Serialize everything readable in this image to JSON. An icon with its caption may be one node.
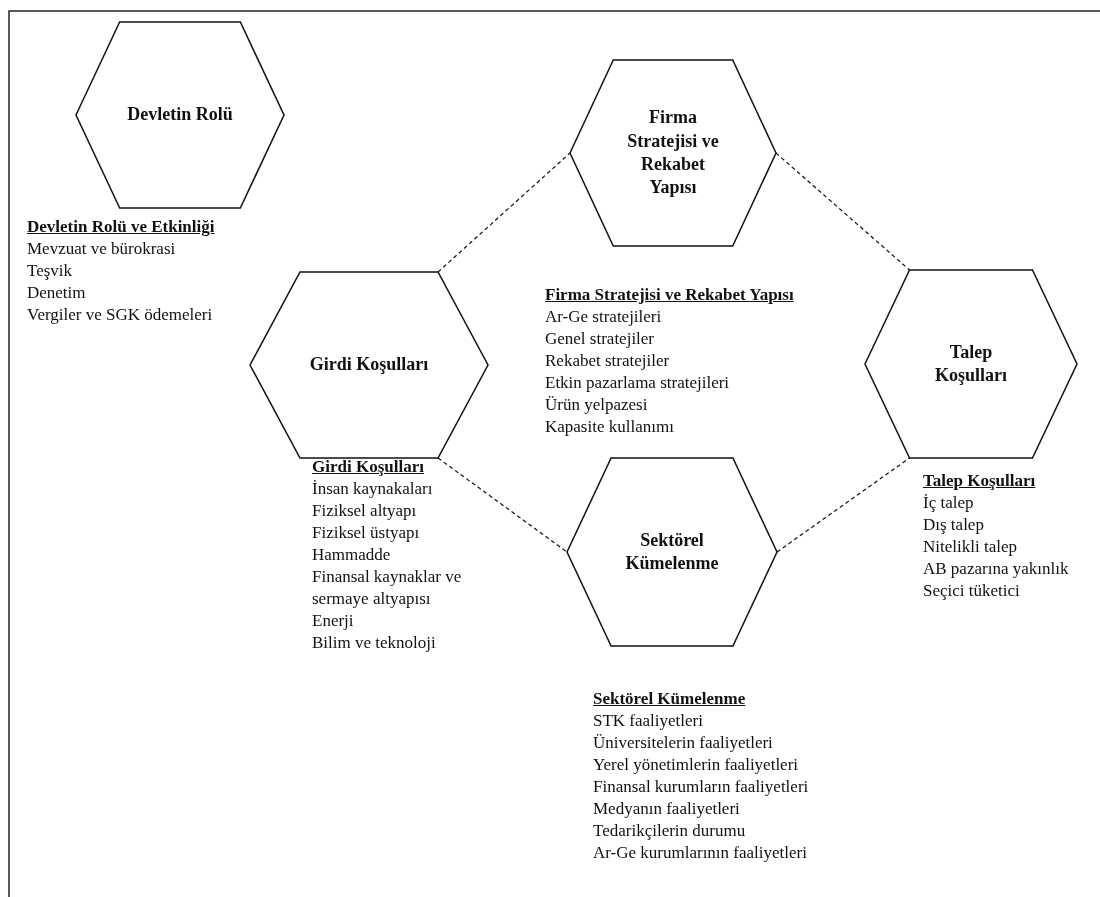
{
  "diagram": {
    "nodes": [
      {
        "text": [
          "Devletin Rolü"
        ],
        "beside": [
          "Devletin Rolü ve Etkinliği",
          "Mevzuat ve bürokrasi",
          "Teşvik",
          "Denetim",
          "Vergiler ve SGK ödemeleri"
        ]
      },
      {
        "text": [
          "Firma Stratejisi ve Rekabet Yapısı"
        ],
        "beside": [
          "Firma Stratejisi ve Rekabet Yapısı",
          "Ar-Ge stratejileri",
          "Genel stratejiler",
          "Rekabet stratejiler",
          "Etkin pazarlama stratejileri",
          "Ürün yelpazesi",
          "Kapasite kullanımı"
        ]
      },
      {
        "text": [
          "Girdi Koşulları"
        ],
        "beside": [
          "Girdi Koşulları",
          "İnsan kaynakaları",
          "Fiziksel altyapı",
          "Fiziksel üstyapı",
          "Hammadde",
          "Finansal kaynaklar ve sermaye altyapısı",
          "Enerji",
          "Bilim ve teknoloji"
        ]
      },
      {
        "text": [
          "Talep Koşulları"
        ],
        "beside": [
          "Talep Koşulları",
          "İç talep",
          "Dış talep",
          "Nitelikli talep",
          "AB pazarına yakınlık",
          "Seçici tüketici"
        ]
      },
      {
        "text": [
          "Sektörel Kümelenme"
        ],
        "beside": [
          "Sektörel Kümelenme",
          "STK faaliyetleri",
          "Üniversitelerin faaliyetleri",
          "Yerel yönetimlerin faaliyetleri",
          "Finansal kurumların faaliyetleri",
          "Medyanın faaliyetleri",
          "Tedarikçilerin durumu",
          "Ar-Ge kurumlarının faaliyetleri"
        ]
      }
    ],
    "edges": [
      {
        "from": 2,
        "to": 1,
        "arrow": "none",
        "style": "dashed"
      },
      {
        "from": 1,
        "to": 3,
        "arrow": "none",
        "style": "dashed"
      },
      {
        "from": 2,
        "to": 4,
        "arrow": "none",
        "style": "dashed"
      },
      {
        "from": 4,
        "to": 3,
        "arrow": "none",
        "style": "dashed"
      }
    ]
  }
}
